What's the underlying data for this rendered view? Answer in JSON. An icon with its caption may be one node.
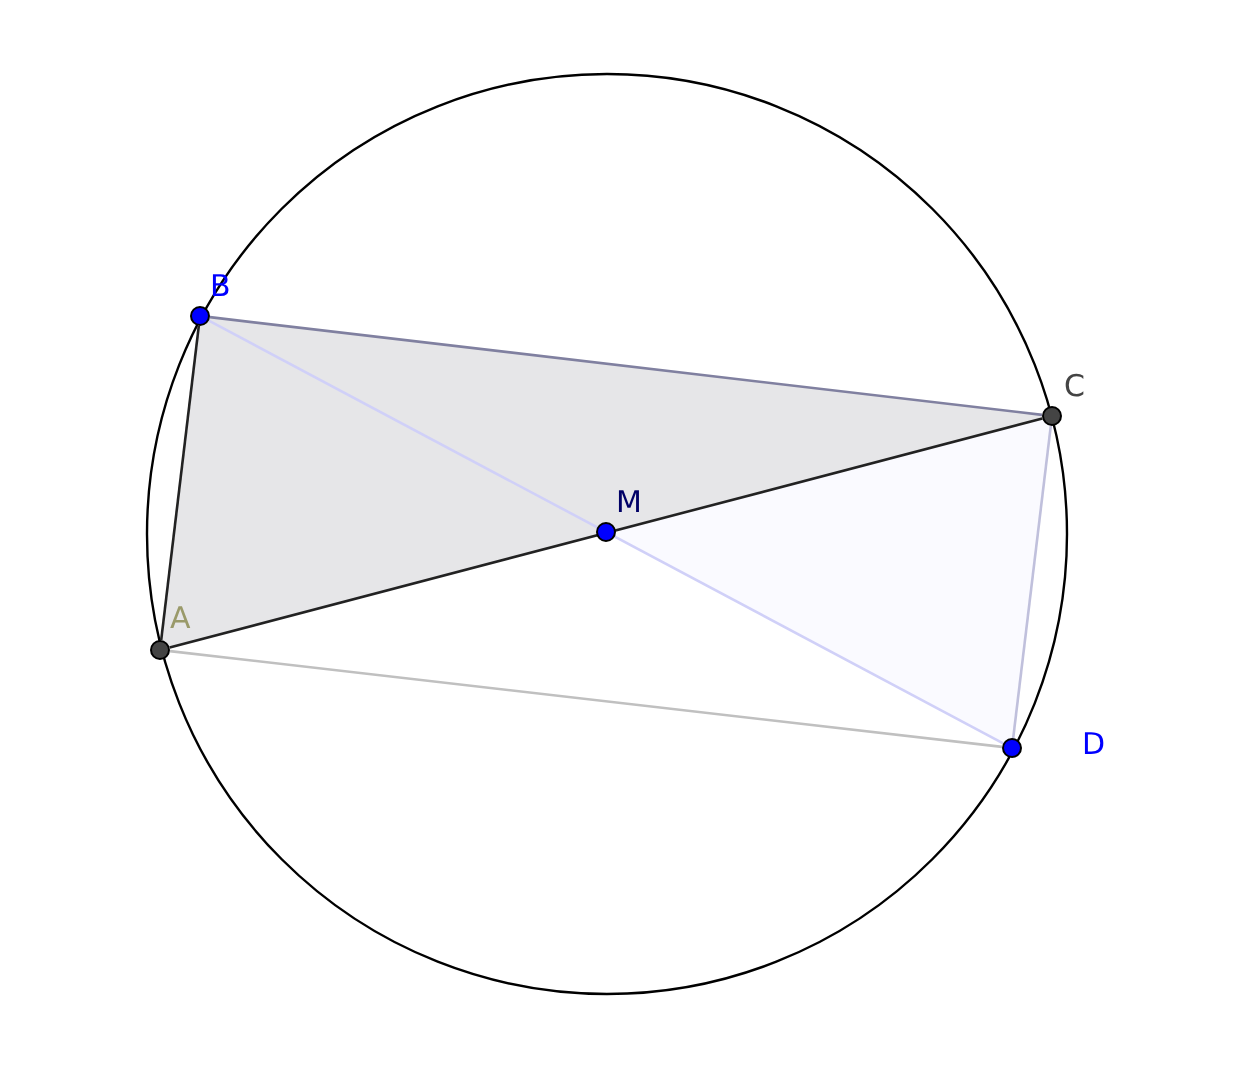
{
  "diagram": {
    "nodes": [
      {
        "text": [
          "B"
        ]
      },
      {
        "text": [
          "C"
        ]
      },
      {
        "text": [
          "M"
        ]
      },
      {
        "text": [
          "A"
        ]
      },
      {
        "text": [
          "D"
        ]
      }
    ],
    "edges": [
      {
        "from": 3,
        "to": 0,
        "arrow": "none"
      },
      {
        "from": 0,
        "to": 1,
        "arrow": "none",
        "color": "#8080a0"
      },
      {
        "from": 3,
        "to": 1,
        "arrow": "none"
      },
      {
        "from": 0,
        "to": 4,
        "arrow": "none",
        "color": "#d0d0f8"
      },
      {
        "from": 1,
        "to": 4,
        "arrow": "none",
        "color": "#c0c0dc"
      },
      {
        "from": 3,
        "to": 4,
        "arrow": "none",
        "color": "#c0c0c0"
      }
    ]
  }
}
